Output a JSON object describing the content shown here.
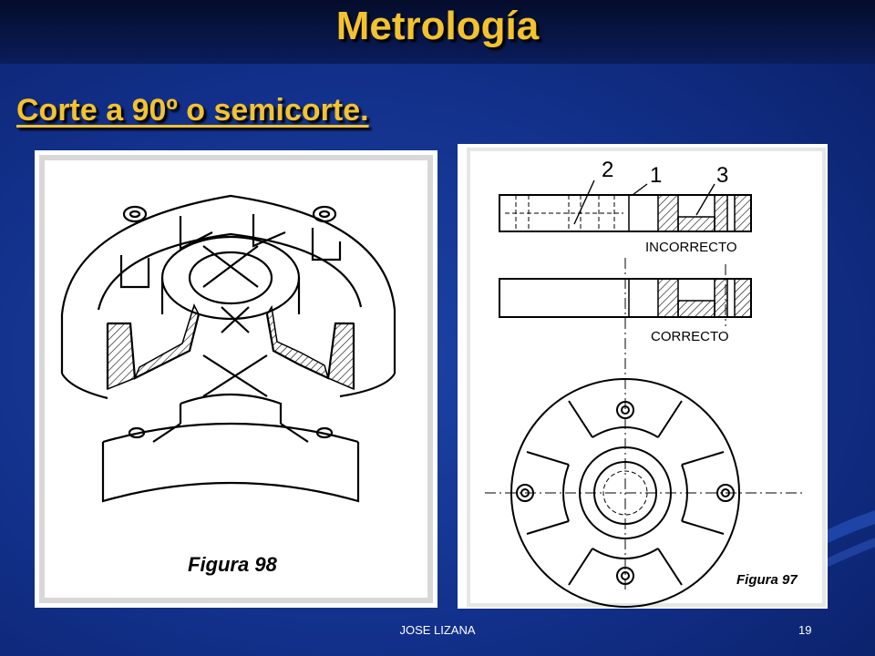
{
  "slide": {
    "title": "Metrología",
    "subtitle": "Corte a 90º o semicorte.",
    "footer_author": "JOSE LIZANA",
    "page_number": "19"
  },
  "figure_left": {
    "caption": "Figura 98"
  },
  "figure_right": {
    "caption": "Figura 97",
    "callouts": [
      "2",
      "1",
      "3"
    ],
    "label_incorrect": "INCORRECTO",
    "label_correct": "CORRECTO"
  },
  "colors": {
    "title": "#f2c230",
    "background": "#12308a",
    "line": "#000000"
  }
}
